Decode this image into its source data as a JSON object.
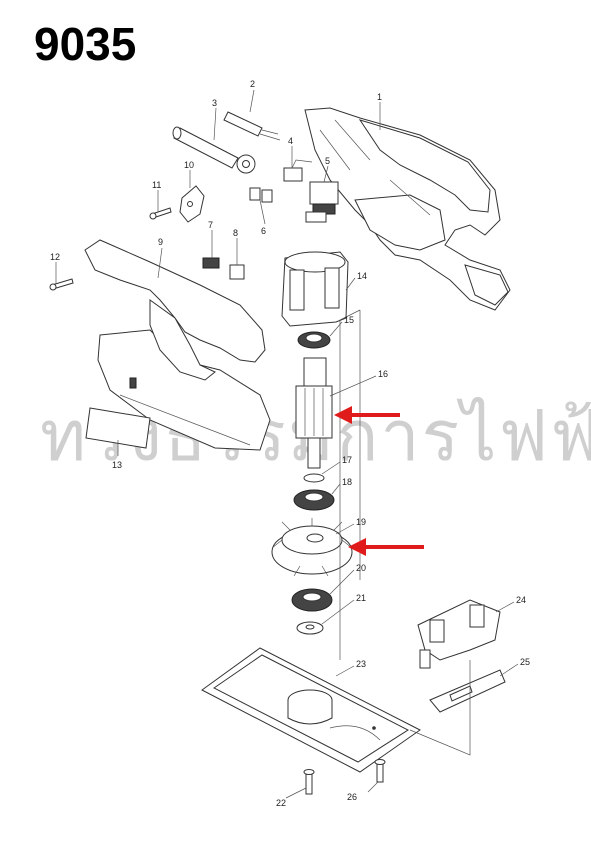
{
  "title": "9035",
  "watermark": "ทรงธรรมการไฟฟ้า",
  "parts": [
    {
      "num": "1"
    },
    {
      "num": "2"
    },
    {
      "num": "3"
    },
    {
      "num": "4"
    },
    {
      "num": "5"
    },
    {
      "num": "6"
    },
    {
      "num": "7"
    },
    {
      "num": "8"
    },
    {
      "num": "9"
    },
    {
      "num": "10"
    },
    {
      "num": "11"
    },
    {
      "num": "12"
    },
    {
      "num": "13"
    },
    {
      "num": "14"
    },
    {
      "num": "15"
    },
    {
      "num": "16"
    },
    {
      "num": "17"
    },
    {
      "num": "18"
    },
    {
      "num": "19"
    },
    {
      "num": "20"
    },
    {
      "num": "21"
    },
    {
      "num": "22"
    },
    {
      "num": "23"
    },
    {
      "num": "24"
    },
    {
      "num": "25"
    },
    {
      "num": "26"
    }
  ],
  "arrow_color": "#e01b1b",
  "highlighted_parts": [
    "16",
    "19"
  ]
}
